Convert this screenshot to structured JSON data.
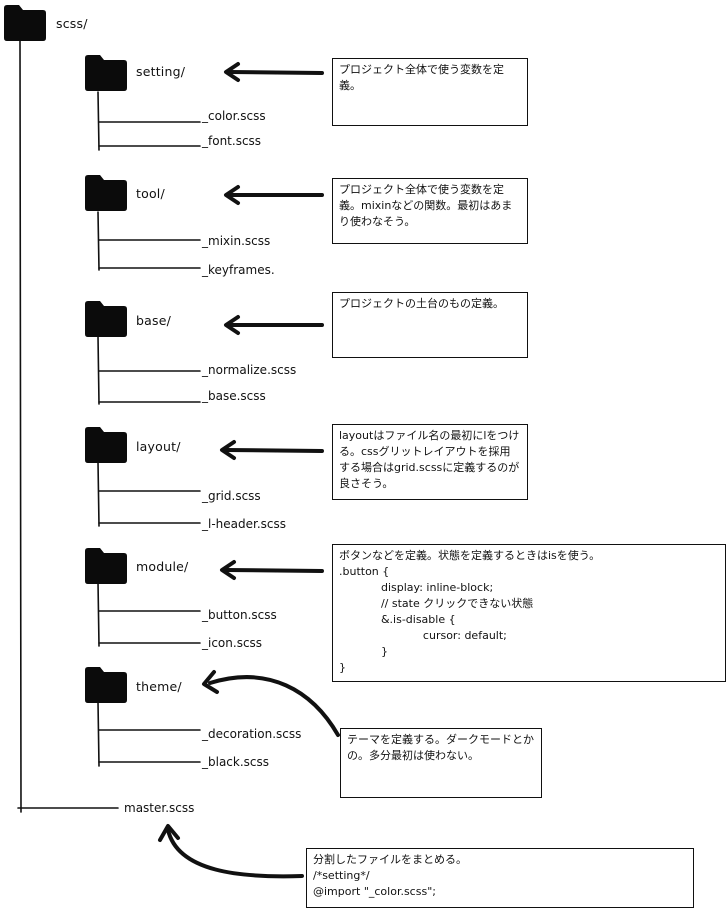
{
  "tree": {
    "root_label": "scss/",
    "groups": [
      {
        "folder": "setting/",
        "files": [
          "_color.scss",
          "_font.scss"
        ]
      },
      {
        "folder": "tool/",
        "files": [
          "_mixin.scss",
          "_keyframes."
        ]
      },
      {
        "folder": "base/",
        "files": [
          "_normalize.scss",
          "_base.scss"
        ]
      },
      {
        "folder": "layout/",
        "files": [
          "_grid.scss",
          "_l-header.scss"
        ]
      },
      {
        "folder": "module/",
        "files": [
          "_button.scss",
          "_icon.scss"
        ]
      },
      {
        "folder": "theme/",
        "files": [
          "_decoration.scss",
          "_black.scss"
        ]
      }
    ],
    "master_file": "master.scss"
  },
  "notes": {
    "setting": "プロジェクト全体で使う変数を定義。",
    "tool": "プロジェクト全体で使う変数を定義。mixinなどの関数。最初はあまり使わなそう。",
    "base": "プロジェクトの土台のもの定義。",
    "layout": "layoutはファイル名の最初にlをつける。cssグリットレイアウトを採用する場合はgrid.scssに定義するのが良さそう。",
    "module": {
      "lines": [
        "ボタンなどを定義。状態を定義するときはisを使う。",
        ".button {",
        "            display: inline-block;",
        "            // state クリックできない状態",
        "            &.is-disable {",
        "                        cursor: default;",
        "            }",
        "}"
      ]
    },
    "theme": "テーマを定義する。ダークモードとかの。多分最初は使わない。",
    "master": {
      "lines": [
        "分割したファイルをまとめる。",
        "/*setting*/",
        "@import \"_color.scss\";"
      ]
    }
  },
  "colors": {
    "ink": "#111111",
    "background": "#ffffff"
  }
}
